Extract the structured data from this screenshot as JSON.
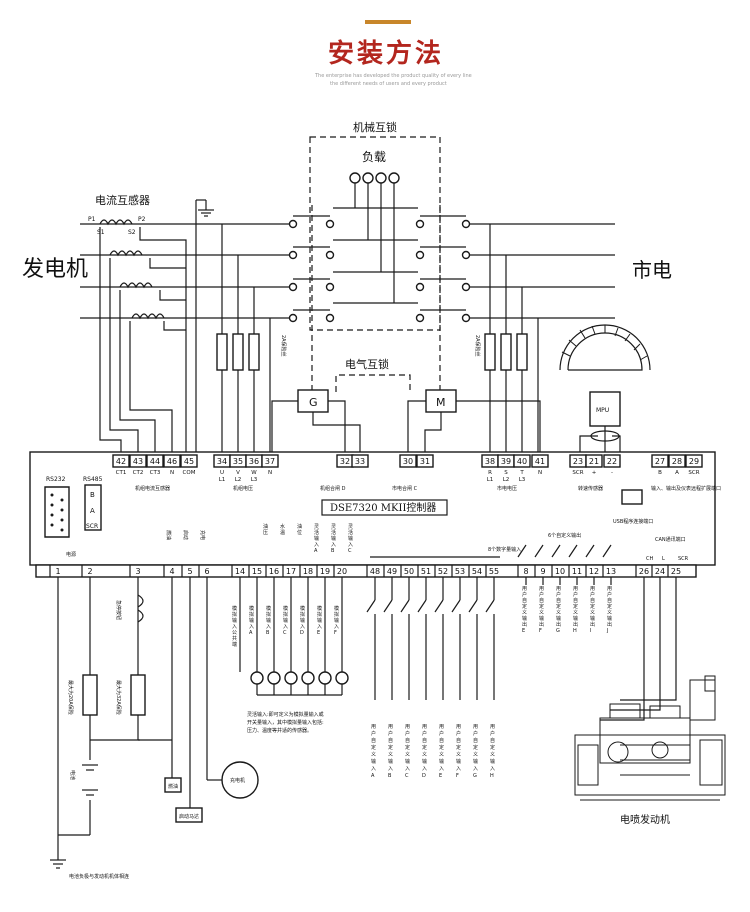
{
  "header": {
    "title": "安装方法",
    "subtitle_lines": [
      "The enterprise has developed the product quality of every line",
      "the different needs of users and every product"
    ],
    "accent_color": "#c8862a",
    "title_color": "#b3261e"
  },
  "labels": {
    "generator": "发电机",
    "mains": "市电",
    "ct": "电流互感器",
    "mech_interlock": "机械互锁",
    "load": "负载",
    "elec_interlock": "电气互锁",
    "fuse_2a": "2A保险丝",
    "gen_coil": "G",
    "mains_coil": "M",
    "mpu": "MPU",
    "controller": "DSE7320 MKII控制器",
    "rs232": "RS232",
    "rs485": "RS485",
    "usb_label": "USB程序连接端口",
    "can_port": "CAN通讯端口",
    "expansion": "输入、输出及仪表远程扩展端口",
    "group_gen_ct": "机组电流互感器",
    "group_gen_v": "机组电压",
    "group_gen_close": "机组合闸 D",
    "group_mains_close": "市电合闸 C",
    "group_mains_v": "市电电压",
    "group_speed": "转速传感器",
    "digital_inputs": "8个数字量输入",
    "outputs_6": "6个自定义输出",
    "battery_label": "电池",
    "power": "电源",
    "fuel": "燃油",
    "start": "启动",
    "charge": "充电",
    "estop": "急停按钮",
    "fuse_20a": "最大为20A保险",
    "fuse_32a": "最大为32A保险",
    "batt": "电池",
    "fuel_relay": "燃油",
    "start_motor": "启动马达",
    "charger": "充电机",
    "analog_note1": "灵活输入:即可定义为模拟量输入或",
    "analog_note2": "开关量输入，其中模拟量输入包括:",
    "analog_note3": "压力、温度等并适的传感器。",
    "ground_note": "电池负极与发动机机体相连",
    "engine": "电喷发动机"
  },
  "terminals_top": [
    "42",
    "43",
    "44",
    "46",
    "45",
    "34",
    "35",
    "36",
    "37",
    "32",
    "33",
    "30",
    "31",
    "38",
    "39",
    "40",
    "41",
    "23",
    "21",
    "22",
    "27",
    "28",
    "29"
  ],
  "terminal_sublabels": {
    "ct": [
      "CT1",
      "CT2",
      "CT3",
      "N",
      "COM"
    ],
    "gen_v": [
      "U L1",
      "V L2",
      "W L3",
      "N"
    ],
    "mains_v": [
      "R L1",
      "S L2",
      "T L3",
      "N"
    ],
    "speed": [
      "SCR",
      "+",
      "-"
    ],
    "exp": [
      "B",
      "A",
      "SCR"
    ]
  },
  "terminals_bottom": [
    "1",
    "2",
    "3",
    "4",
    "5",
    "6",
    "14",
    "15",
    "16",
    "17",
    "18",
    "19",
    "20",
    "48",
    "49",
    "50",
    "51",
    "52",
    "53",
    "54",
    "55",
    "8",
    "9",
    "10",
    "11",
    "12",
    "13",
    "26",
    "24",
    "25"
  ],
  "analog_labels": [
    "油压",
    "水温",
    "油位",
    "灵活输入A",
    "灵活输入B",
    "灵活输入C"
  ],
  "sensor_labels": [
    "模拟输入公共端",
    "模拟输入A",
    "模拟输入B",
    "模拟输入C",
    "模拟输入D",
    "模拟输入E",
    "模拟输入F"
  ],
  "digital_labels": [
    "用户自定义输入A",
    "用户自定义输入B",
    "用户自定义输入C",
    "用户自定义输入D",
    "用户自定义输入E",
    "用户自定义输入F",
    "用户自定义输入G",
    "用户自定义输入H"
  ],
  "output_labels": [
    "用户自定义输出E",
    "用户自定义输出F",
    "用户自定义输出G",
    "用户自定义输出H",
    "用户自定义输出I",
    "用户自定义输出J"
  ],
  "can_labels": [
    "CH",
    "L",
    "SCR"
  ]
}
